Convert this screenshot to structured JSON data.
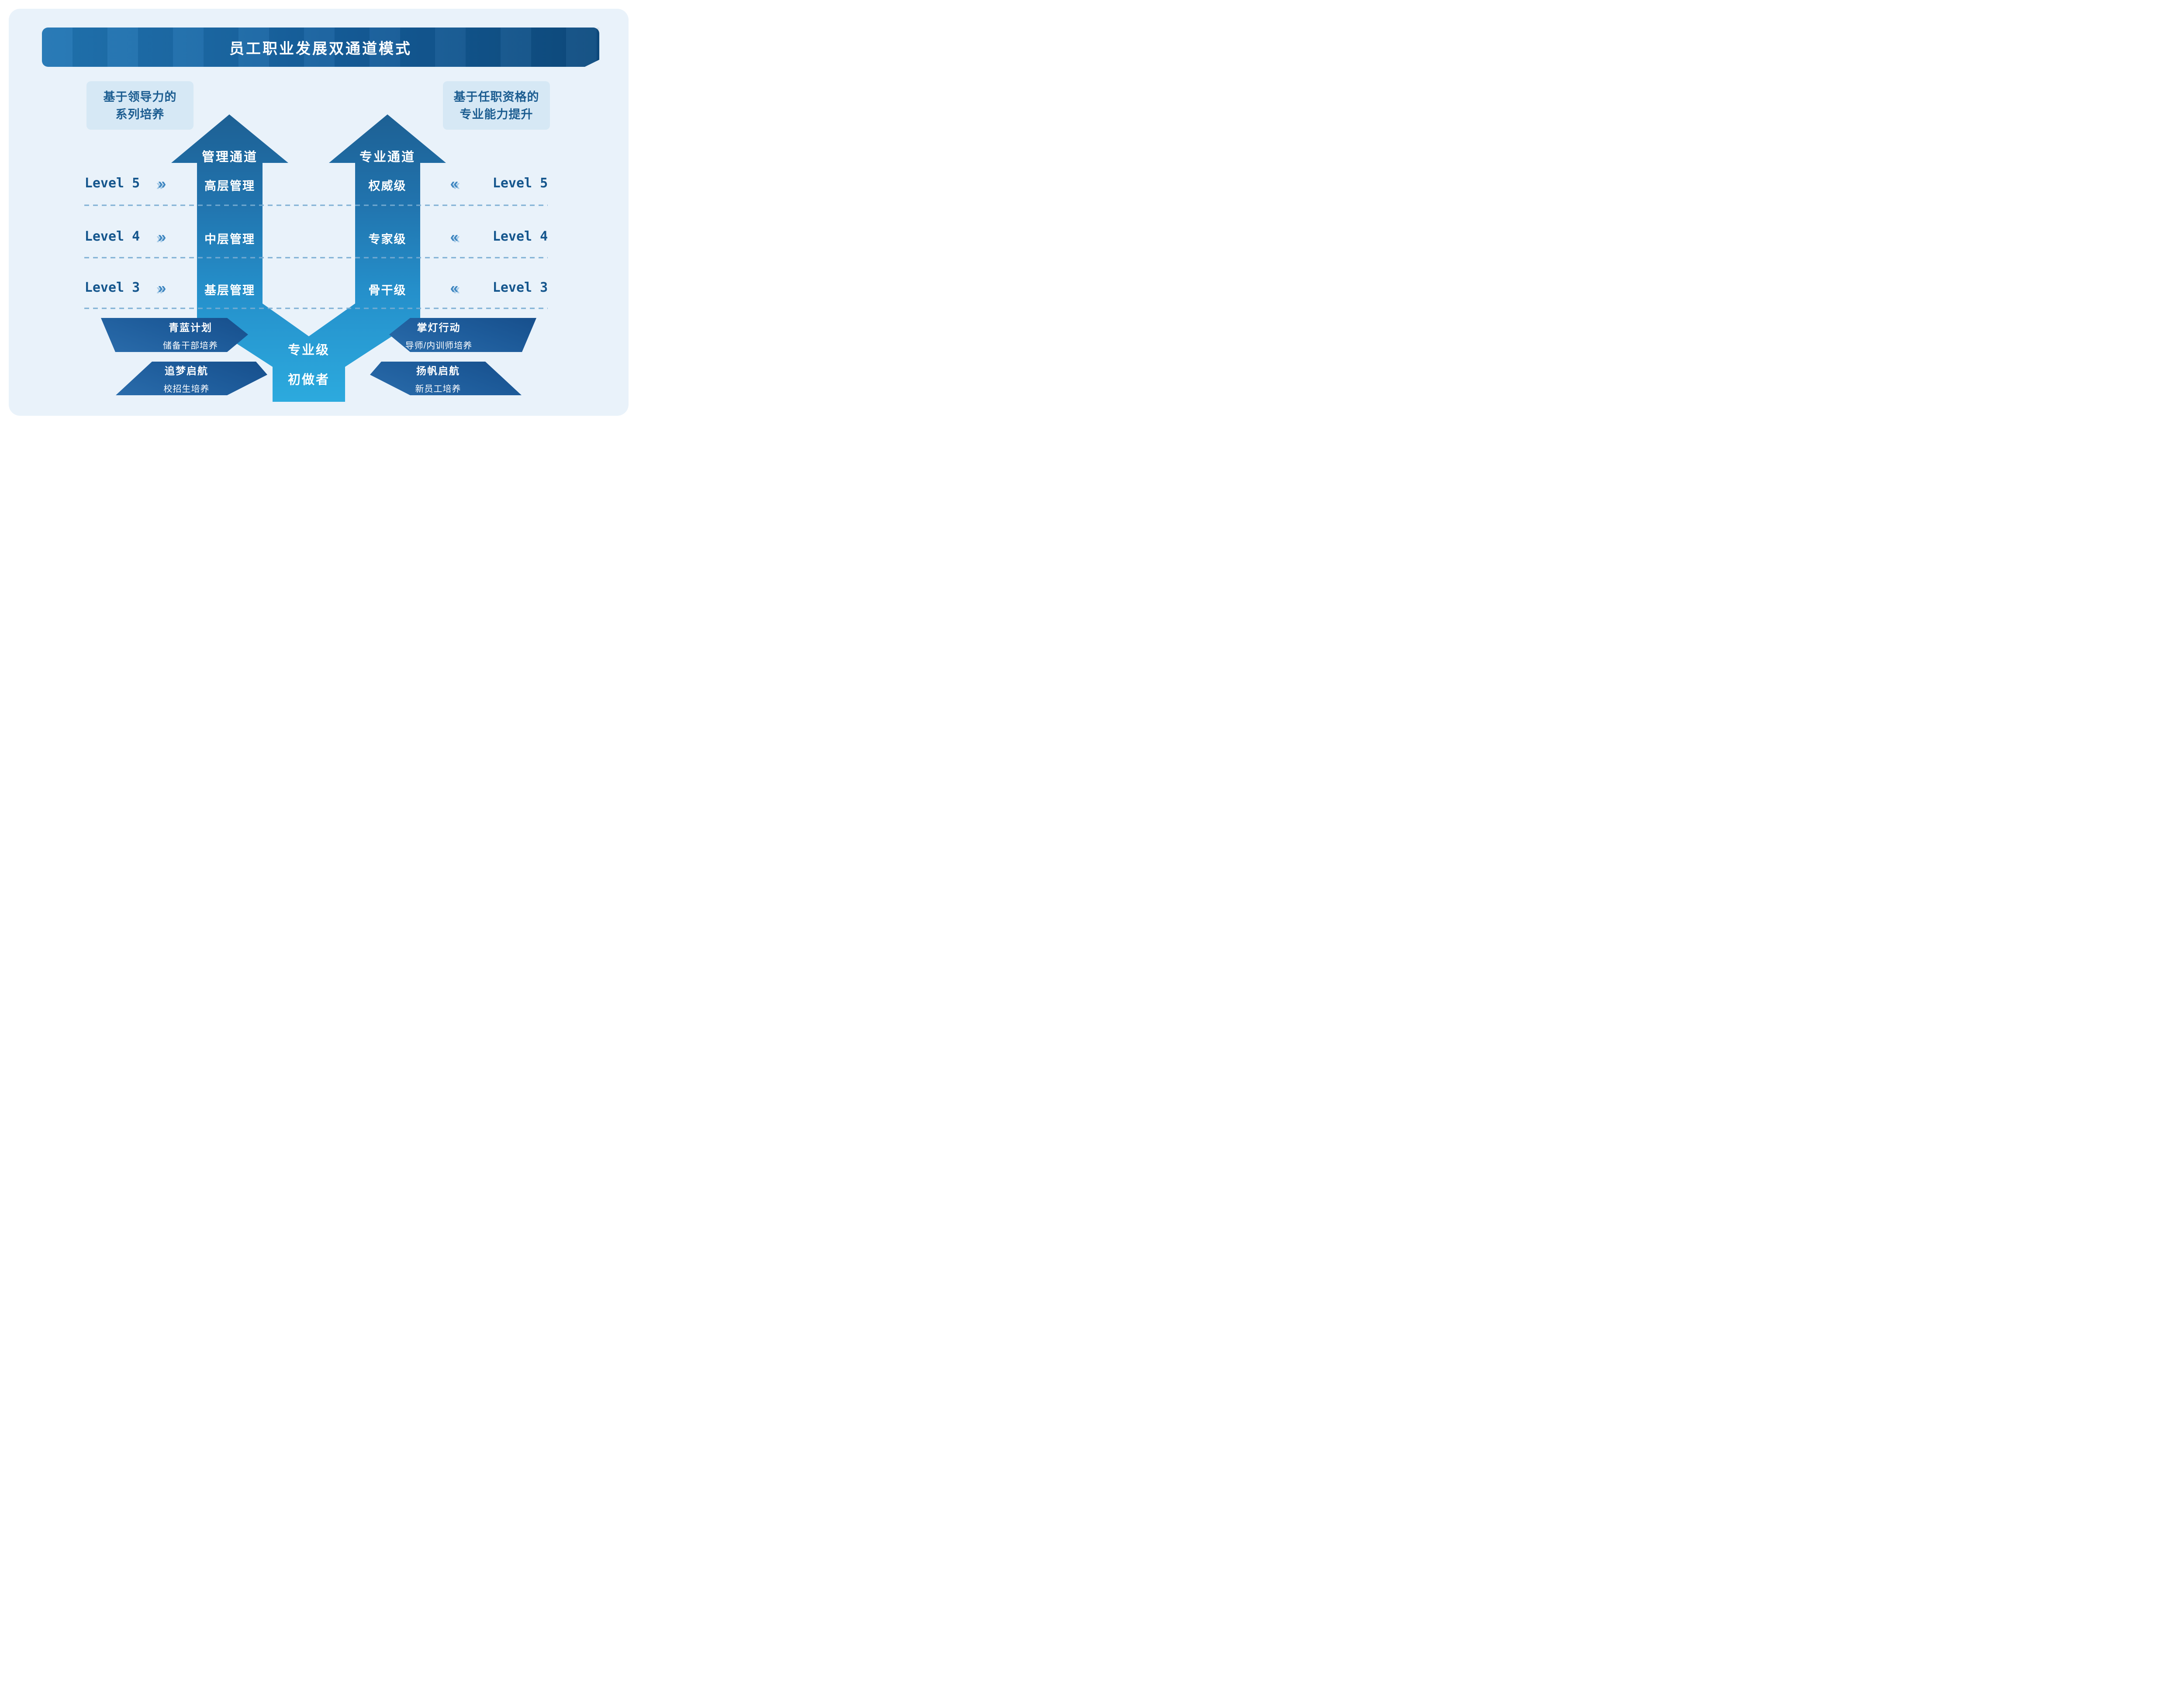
{
  "header": {
    "title": "员工职业发展双通道模式"
  },
  "notes": {
    "left": {
      "line1": "基于领导力的",
      "line2": "系列培养"
    },
    "right": {
      "line1": "基于任职资格的",
      "line2": "专业能力提升"
    }
  },
  "channels": {
    "left": {
      "name": "管理通道",
      "levels": [
        "高层管理",
        "中层管理",
        "基层管理"
      ]
    },
    "right": {
      "name": "专业通道",
      "levels": [
        "权威级",
        "专家级",
        "骨干级"
      ]
    }
  },
  "stem": {
    "labels": [
      "专业级",
      "初做者"
    ]
  },
  "side_levels": {
    "left": [
      "Level 5",
      "Level 4",
      "Level 3"
    ],
    "right": [
      "Level 5",
      "Level 4",
      "Level 3"
    ]
  },
  "icons": {
    "chevron_right": "»",
    "chevron_left": "«"
  },
  "programs": {
    "left": [
      {
        "title": "青蓝计划",
        "subtitle": "储备干部培养"
      },
      {
        "title": "追梦启航",
        "subtitle": "校招生培养"
      }
    ],
    "right": [
      {
        "title": "掌灯行动",
        "subtitle": "导师/内训师培养"
      },
      {
        "title": "扬帆启航",
        "subtitle": "新员工培养"
      }
    ]
  },
  "colors": {
    "page_background": "#ffffff",
    "card_background": "#e9f2fa",
    "banner_gradient_left": "#2176b4",
    "banner_gradient_right": "#0e4c80",
    "note_box_background": "#d6e8f5",
    "note_text": "#1b5c90",
    "fork_gradient_top": "#1d6094",
    "fork_gradient_bottom": "#2aa7de",
    "dashed_line": "#79add2",
    "program_banner": "#1e5c9b",
    "level_text": "#15568d",
    "chevron": "#3e86c0",
    "chevron_shadow": "#a7cbe7",
    "white_text": "#ffffff"
  }
}
